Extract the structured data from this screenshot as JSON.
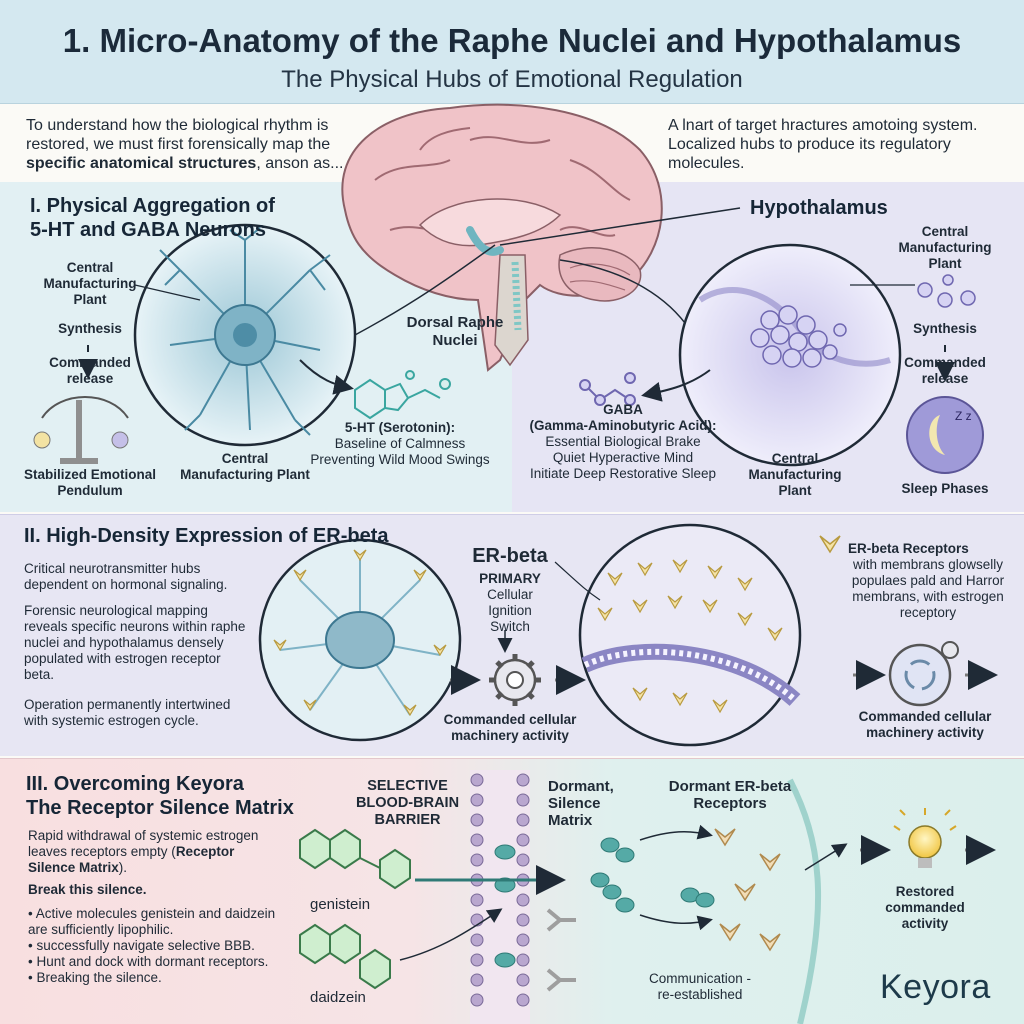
{
  "header": {
    "title": "1. Micro-Anatomy of the Raphe Nuclei and Hypothalamus",
    "subtitle": "The Physical Hubs of Emotional Regulation"
  },
  "intro": {
    "left_line1": "To understand how the biological rhythm is",
    "left_line2": "restored, we must first forensically map the",
    "left_line3_bold": "specific anatomical structures",
    "left_line3_rest": ", anson as...",
    "right_line1": "A lnart of target hractures amotoing system.",
    "right_line2": "Localized hubs to produce its regulatory",
    "right_line3": "molecules."
  },
  "section1": {
    "heading_line1": "I. Physical Aggregation of",
    "heading_line2": "5-HT and GABA Neurons",
    "left_plant": "Central Manufacturing Plant",
    "synthesis": "Synthesis",
    "commanded_release": "Commanded release",
    "pendulum": "Stabilized Emotional Pendulum",
    "left_plant_bottom": "Central Manufacturing Plant",
    "dorsal_raphe": "Dorsal Raphe Nuclei",
    "serotonin_title": "5-HT (Serotonin):",
    "serotonin_line1": "Baseline of Calmness",
    "serotonin_line2": "Preventing Wild Mood Swings",
    "hypothalamus": "Hypothalamus",
    "right_plant": "Central Manufacturing Plant",
    "right_synthesis": "Synthesis",
    "right_release": "Commanded release",
    "gaba_title": "GABA",
    "gaba_full": "(Gamma-Aminobutyric Acid):",
    "gaba_line1": "Essential Biological Brake",
    "gaba_line2": "Quiet Hyperactive Mind",
    "gaba_line3": "Initiate Deep Restorative Sleep",
    "right_plant_bottom": "Central Manufacturing Plant",
    "sleep_phases": "Sleep Phases"
  },
  "section2": {
    "heading": "II. High-Density Expression of ER-beta",
    "p1": "Critical neurotransmitter hubs dependent on hormonal signaling.",
    "p2": "Forensic neurological mapping reveals specific neurons within raphe nuclei and hypothalamus densely populated with estrogen receptor beta.",
    "p3": "Operation permanently intertwined with systemic estrogen cycle.",
    "erbeta": "ER-beta",
    "primary": "PRIMARY",
    "switch_text": "Cellular Ignition Switch",
    "commanded_left": "Commanded cellular machinery activity",
    "receptors_title": "ER-beta Receptors",
    "receptors_desc": "with membrans glowselly populaes pald and Harror membrans, with estrogen receptory",
    "commanded_right": "Commanded cellular machinery activity"
  },
  "section3": {
    "heading_line1": "III. Overcoming Keyora",
    "heading_line2": "The Receptor Silence Matrix",
    "p1_pre": "Rapid withdrawal of systemic estrogen leaves receptors empty (",
    "p1_bold": "Receptor Silence Matrix",
    "p1_post": ").",
    "break": "Break this silence.",
    "bullet1": "Active molecules genistein and daidzein are sufficiently lipophilic.",
    "bullet2": "successfully navigate selective BBB.",
    "bullet3": "Hunt and dock with dormant receptors.",
    "bullet4": "Breaking the silence.",
    "genistein": "genistein",
    "daidzein": "daidzein",
    "bbb": "SELECTIVE BLOOD-BRAIN BARRIER",
    "dormant_matrix": "Dormant, Silence Matrix",
    "dormant_receptors": "Dormant ER-beta Receptors",
    "restored": "Restored commanded activity",
    "communication": "Communication - re-established",
    "logo": "Keyora"
  }
}
